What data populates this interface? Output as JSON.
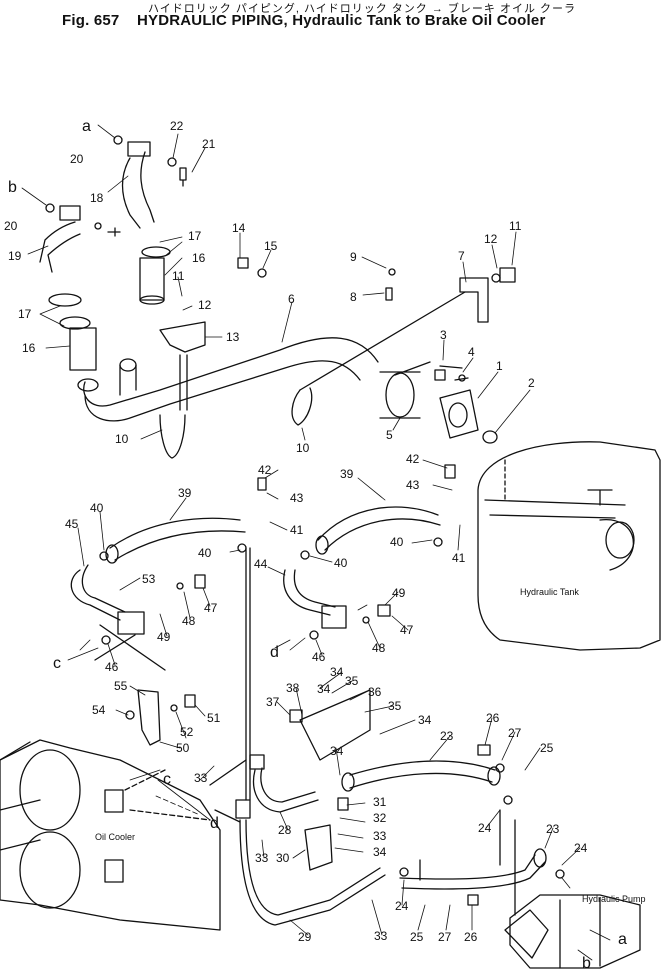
{
  "header": {
    "jp_title": "ハイドロリック パイピング, ハイドロリック タンク → ブレーキ オイル クーラ",
    "fig_number": "Fig. 657",
    "title": "HYDRAULIC PIPING, Hydraulic Tank to Brake Oil Cooler"
  },
  "labels": {
    "hydraulic_tank": "Hydraulic Tank",
    "oil_cooler": "Oil Cooler",
    "hydraulic_pump": "Hydraulic Pump"
  },
  "callouts": [
    "1",
    "2",
    "3",
    "4",
    "5",
    "6",
    "7",
    "8",
    "9",
    "10",
    "10",
    "11",
    "11",
    "12",
    "12",
    "13",
    "14",
    "15",
    "16",
    "16",
    "17",
    "17",
    "18",
    "19",
    "20",
    "20",
    "21",
    "22",
    "23",
    "23",
    "24",
    "24",
    "24",
    "25",
    "25",
    "26",
    "26",
    "27",
    "27",
    "28",
    "29",
    "30",
    "31",
    "32",
    "33",
    "33",
    "33",
    "33",
    "34",
    "34",
    "34",
    "34",
    "34",
    "35",
    "35",
    "36",
    "37",
    "38",
    "39",
    "39",
    "40",
    "40",
    "40",
    "40",
    "41",
    "41",
    "42",
    "42",
    "43",
    "43",
    "44",
    "45",
    "46",
    "46",
    "47",
    "47",
    "48",
    "48",
    "49",
    "49",
    "50",
    "51",
    "52",
    "53",
    "54",
    "55"
  ],
  "refs": [
    "a",
    "a",
    "b",
    "b",
    "c",
    "c",
    "d",
    "d"
  ]
}
